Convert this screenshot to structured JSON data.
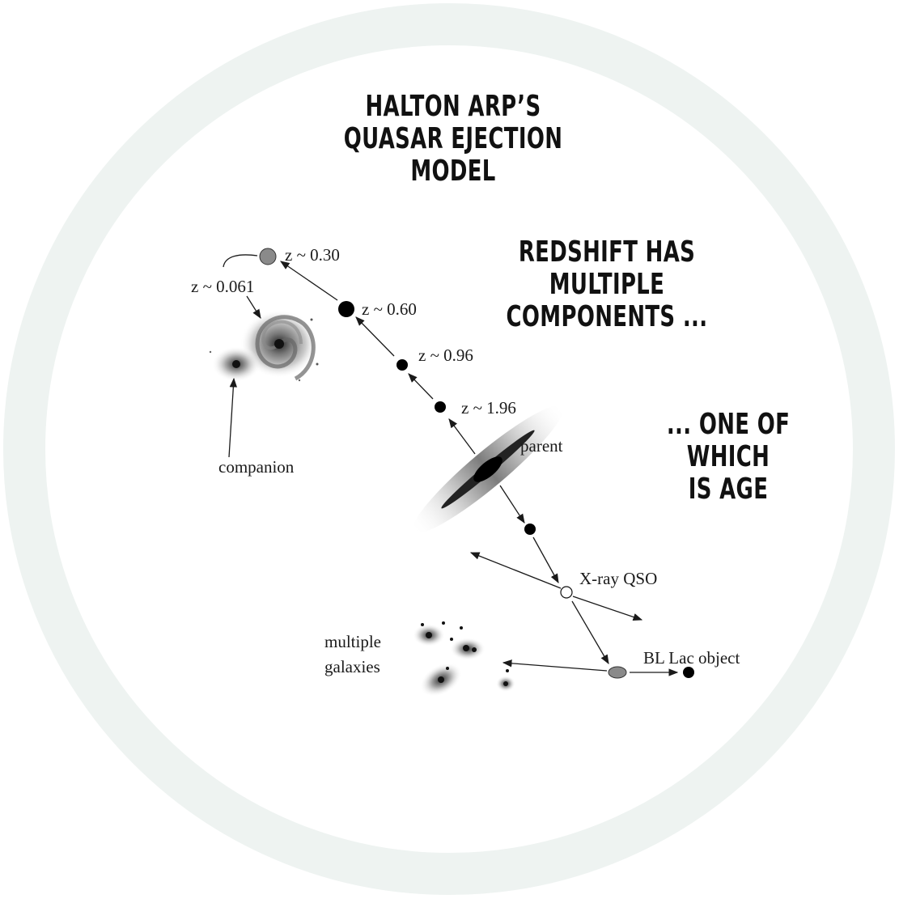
{
  "titles": {
    "main": [
      "HALTON ARP’S",
      "QUASAR EJECTION",
      "MODEL"
    ],
    "sub1": [
      "REDSHIFT HAS",
      "MULTIPLE",
      "COMPONENTS ..."
    ],
    "sub2": [
      "... ONE OF WHICH",
      "IS AGE"
    ]
  },
  "labels": {
    "z030": "z ~ 0.30",
    "z060": "z ~ 0.60",
    "z096": "z ~ 0.96",
    "z196": "z ~ 1.96",
    "z0061": "z ~ 0.061",
    "companion": "companion",
    "parent": "parent",
    "xray": "X-ray QSO",
    "bllac": "BL Lac object",
    "multiple1": "multiple",
    "multiple2": "galaxies"
  },
  "colors": {
    "ring": "#eef3f1",
    "ink": "#111111",
    "grey_dot": "#8a8a8a"
  }
}
